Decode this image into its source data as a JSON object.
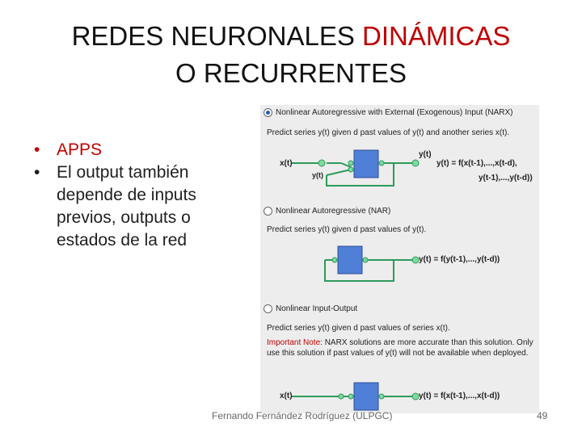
{
  "title": {
    "line1_a": "REDES NEURONALES ",
    "line1_b": "DINÁMICAS",
    "line2": "O RECURRENTES"
  },
  "bullets": [
    {
      "text": "APPS"
    },
    {
      "text": "El output también depende de inputs previos, outputs o estados de la red"
    }
  ],
  "panel": {
    "option1": {
      "label": "Nonlinear Autoregressive with External (Exogenous) Input (NARX)",
      "desc": "Predict series y(t) given d past values of y(t) and another series x(t).",
      "in_x": "x(t)",
      "in_y": "y(t)",
      "out": "y(t)",
      "eq1": "y(t) = f(x(t-1),...,x(t-d),",
      "eq2": "y(t-1),...,y(t-d))"
    },
    "option2": {
      "label": "Nonlinear Autoregressive (NAR)",
      "desc": "Predict series y(t) given d past values of y(t).",
      "out": "y(t)",
      "eq": "y(t) = f(y(t-1),...,y(t-d))"
    },
    "option3": {
      "label": "Nonlinear Input-Output",
      "desc": "Predict series y(t) given d past values of series x(t).",
      "note_label": "Important Note:",
      "note_text": " NARX solutions are more accurate than this solution. Only use this solution if past values of y(t) will not be available when deployed.",
      "in_x": "x(t)",
      "out": "y(t)",
      "eq": "y(t) = f(x(t-1),...,x(t-d))"
    }
  },
  "footer": "Fernando Fernández Rodríguez (ULPGC)",
  "page_number": "49",
  "colors": {
    "accent_red": "#c00000",
    "block_blue": "#4f7fd6",
    "node_green": "#7fd9a0",
    "wire_green": "#2e9a5a"
  }
}
